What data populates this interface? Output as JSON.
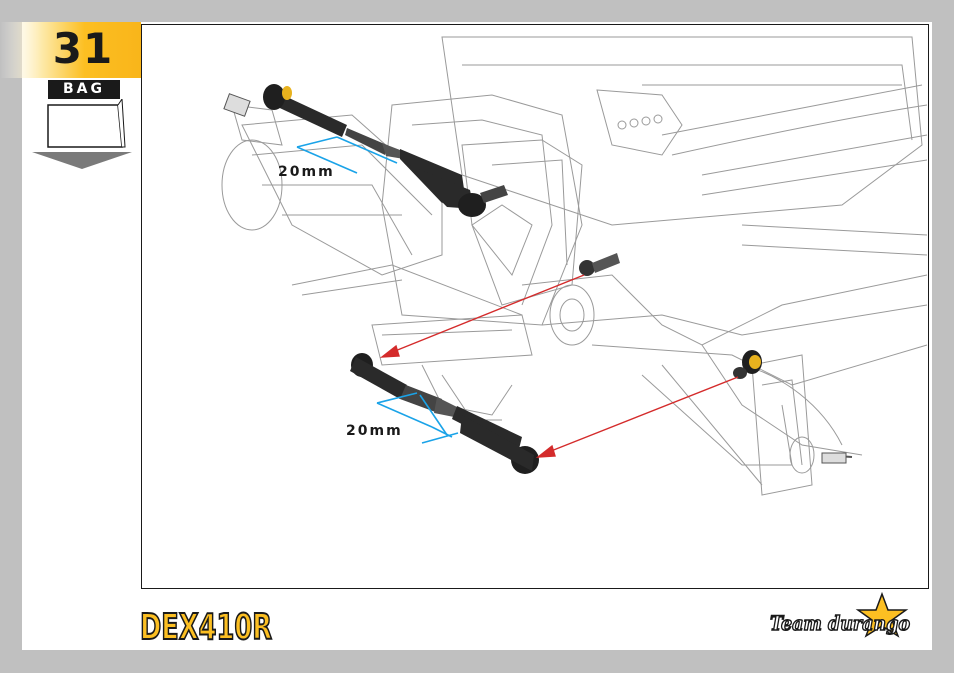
{
  "step": {
    "number": "31",
    "bag_label": "BAG"
  },
  "dimensions": {
    "upper_link": "20mm",
    "lower_link": "20mm"
  },
  "colors": {
    "step_badge": "#fcbf22",
    "dimension_line": "#1aa3e8",
    "arrow": "#d42b2b",
    "ballstud_gold": "#e8b21e"
  },
  "logos": {
    "product": "DEX410R",
    "brand": "Team durango"
  }
}
